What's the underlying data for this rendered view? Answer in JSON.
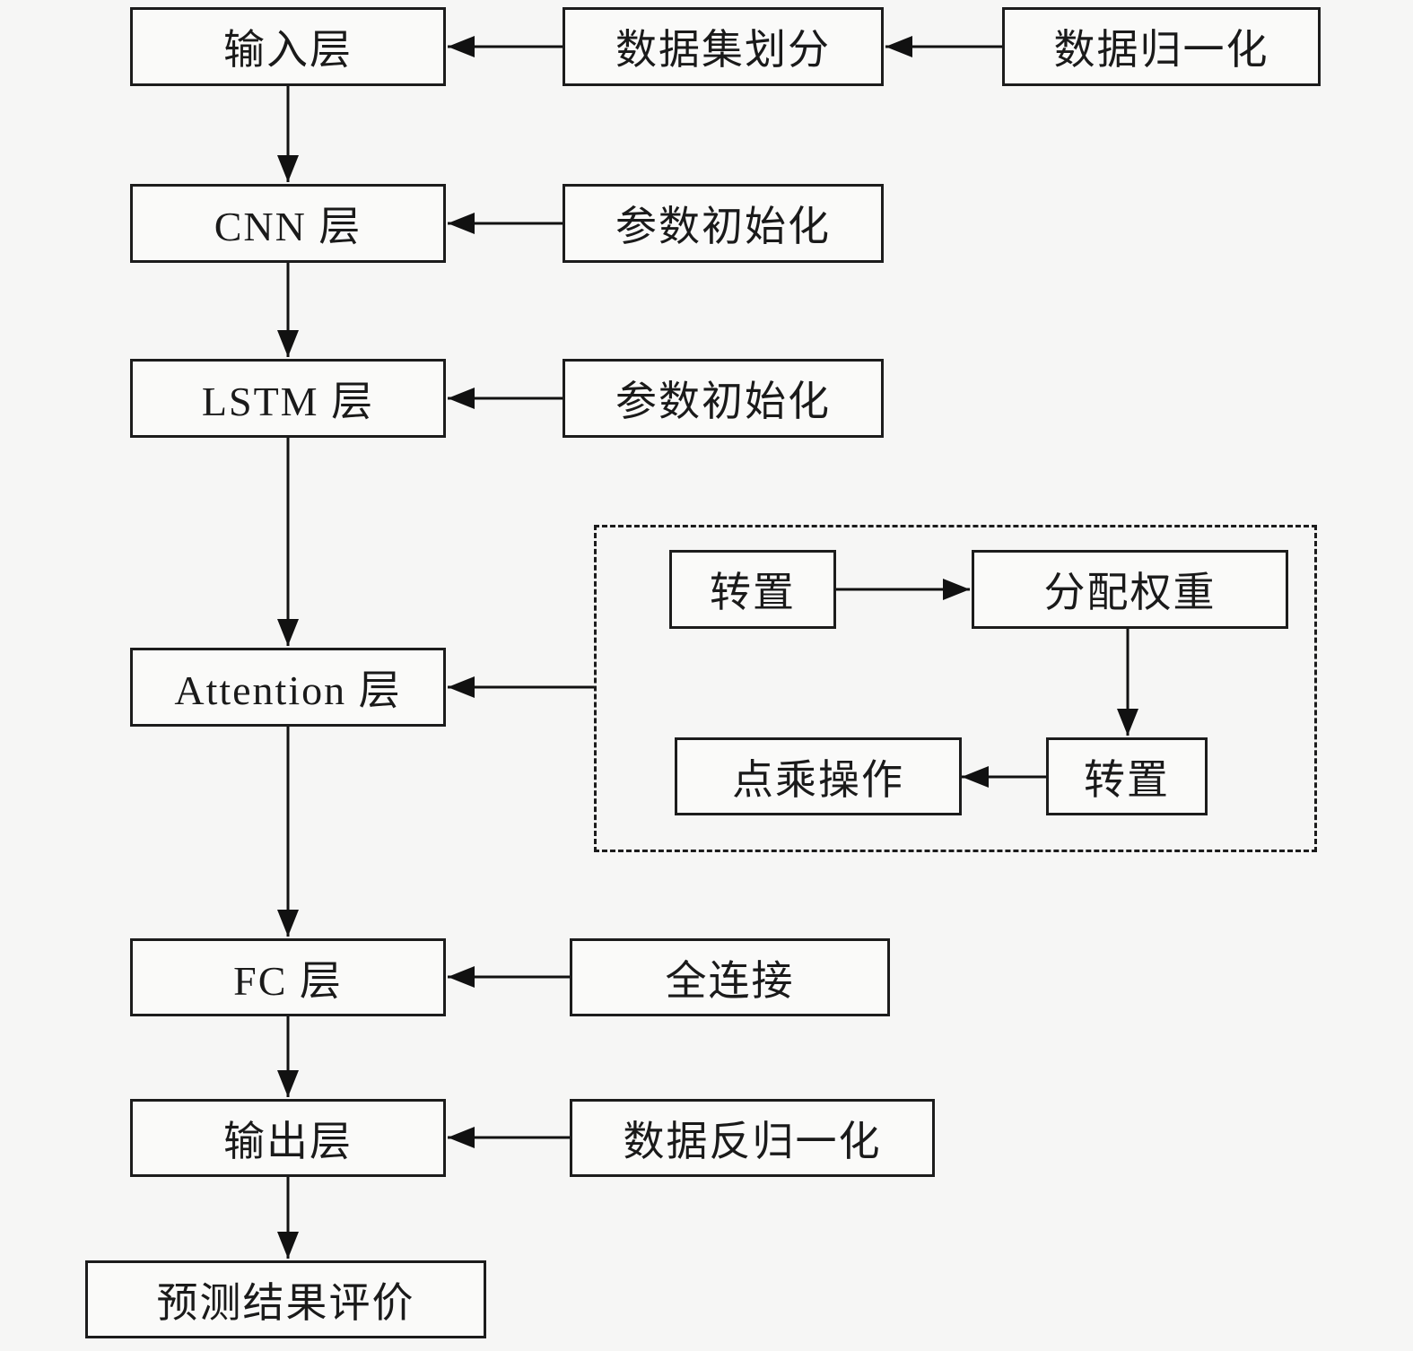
{
  "diagram": {
    "nodes": {
      "input_layer": "输入层",
      "dataset_split": "数据集划分",
      "data_normalization": "数据归一化",
      "cnn_layer": "CNN 层",
      "param_init_cnn": "参数初始化",
      "lstm_layer": "LSTM 层",
      "param_init_lstm": "参数初始化",
      "attention_layer": "Attention 层",
      "transpose_1": "转置",
      "assign_weights": "分配权重",
      "transpose_2": "转置",
      "dot_product": "点乘操作",
      "fc_layer": "FC 层",
      "fully_connected": "全连接",
      "output_layer": "输出层",
      "data_denormalization": "数据反归一化",
      "prediction_evaluation": "预测结果评价"
    }
  }
}
